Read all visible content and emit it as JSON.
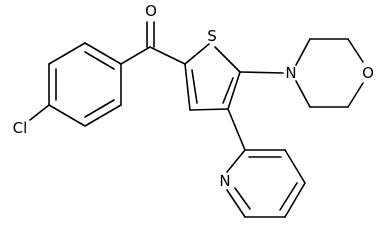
{
  "molecule": {
    "atoms": {
      "o_carbonyl": "O",
      "s_thiophene": "S",
      "n_morpholine": "N",
      "o_morpholine": "O",
      "n_pyridine": "N",
      "cl": "Cl"
    }
  }
}
